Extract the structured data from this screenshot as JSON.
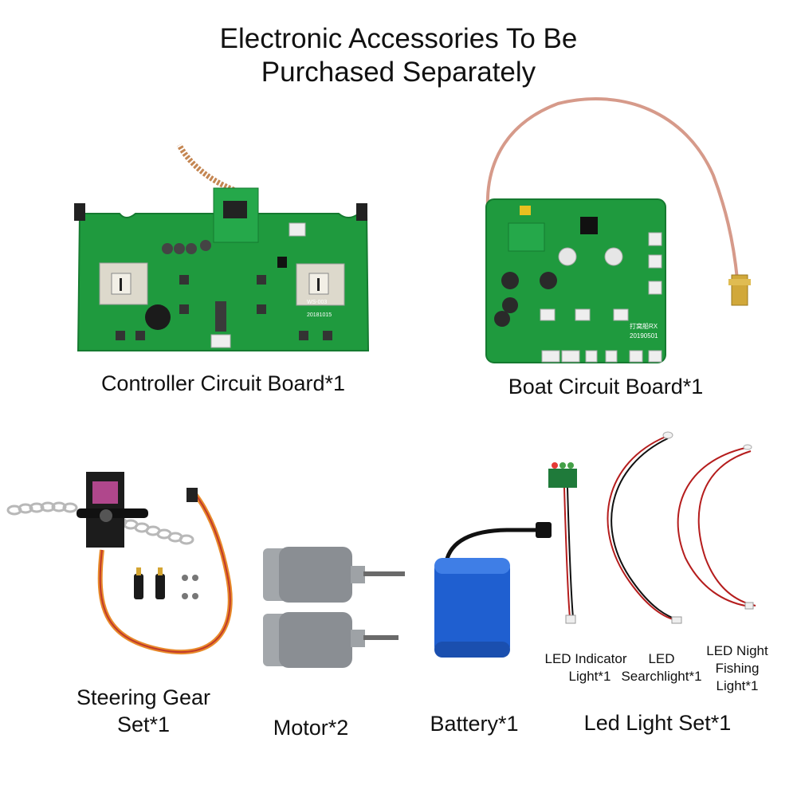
{
  "title": {
    "line1": "Electronic Accessories To Be",
    "line2": "Purchased Separately"
  },
  "items": {
    "controller_board": "Controller Circuit Board*1",
    "boat_board": "Boat Circuit Board*1",
    "steering_gear": {
      "line1": "Steering Gear",
      "line2": "Set*1"
    },
    "motor": "Motor*2",
    "battery": "Battery*1",
    "led_set": "Led Light Set*1"
  },
  "led_labels": {
    "indicator": {
      "line1": "LED Indicator",
      "line2": "Light*1"
    },
    "searchlight": {
      "line1": "LED",
      "line2": "Searchlight*1"
    },
    "night_fishing": {
      "line1": "LED Night",
      "line2": "Fishing",
      "line3": "Light*1"
    }
  },
  "board_silkscreen": {
    "controller_model": "WS-003",
    "controller_date": "20181015",
    "boat_model": "打窝船RX",
    "boat_date": "20190501"
  },
  "colors": {
    "pcb_green": "#1f9a3e",
    "battery_blue": "#1f5fd0",
    "motor_gray": "#8a8e93"
  }
}
